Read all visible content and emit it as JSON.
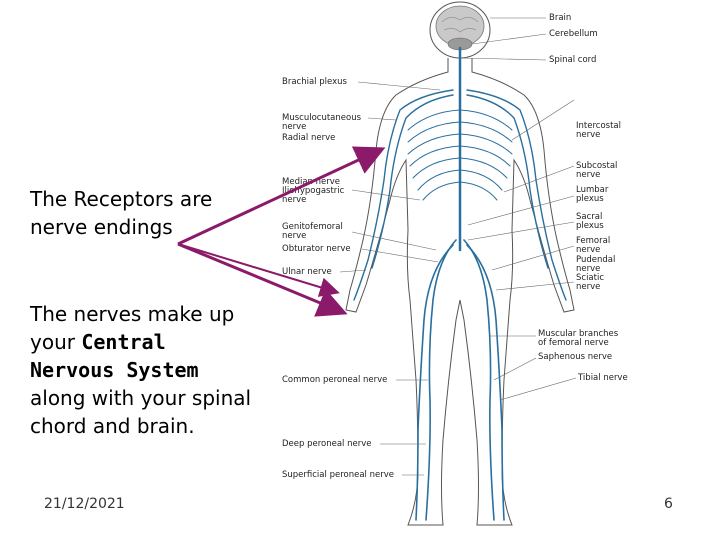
{
  "slide": {
    "receptors_text": "The Receptors are nerve endings",
    "nerves_text_1": "The nerves make up your ",
    "nerves_bold": "Central Nervous System",
    "nerves_text_2": " along with your spinal chord and brain.",
    "date": "21/12/2021",
    "page_number": "6"
  },
  "diagram": {
    "labels": {
      "brain": "Brain",
      "cerebellum": "Cerebellum",
      "spinal_cord": "Spinal cord",
      "brachial_plexus": "Brachial plexus",
      "musculocutaneous_1": "Musculocutaneous",
      "musculocutaneous_2": "nerve",
      "radial": "Radial nerve",
      "intercostal_1": "Intercostal",
      "intercostal_2": "nerve",
      "subcostal_1": "Subcostal",
      "subcostal_2": "nerve",
      "median": "Median nerve",
      "iliohypogastric_1": "Iliohypogastric",
      "iliohypogastric_2": "nerve",
      "lumbar_1": "Lumbar",
      "lumbar_2": "plexus",
      "sacral_1": "Sacral",
      "sacral_2": "plexus",
      "genitofemoral_1": "Genitofemoral",
      "genitofemoral_2": "nerve",
      "femoral_1": "Femoral",
      "femoral_2": "nerve",
      "obturator": "Obturator nerve",
      "pudendal_1": "Pudendal",
      "pudendal_2": "nerve",
      "sciatic_1": "Sciatic",
      "sciatic_2": "nerve",
      "ulnar": "Ulnar nerve",
      "muscular_branches_1": "Muscular branches",
      "muscular_branches_2": "of femoral nerve",
      "saphenous": "Saphenous nerve",
      "common_peroneal": "Common peroneal nerve",
      "tibial": "Tibial nerve",
      "deep_peroneal": "Deep peroneal nerve",
      "superficial_peroneal": "Superficial peroneal nerve"
    },
    "nerve_color": "#2a6f9e",
    "arrow_color": "#8b1a6b"
  }
}
